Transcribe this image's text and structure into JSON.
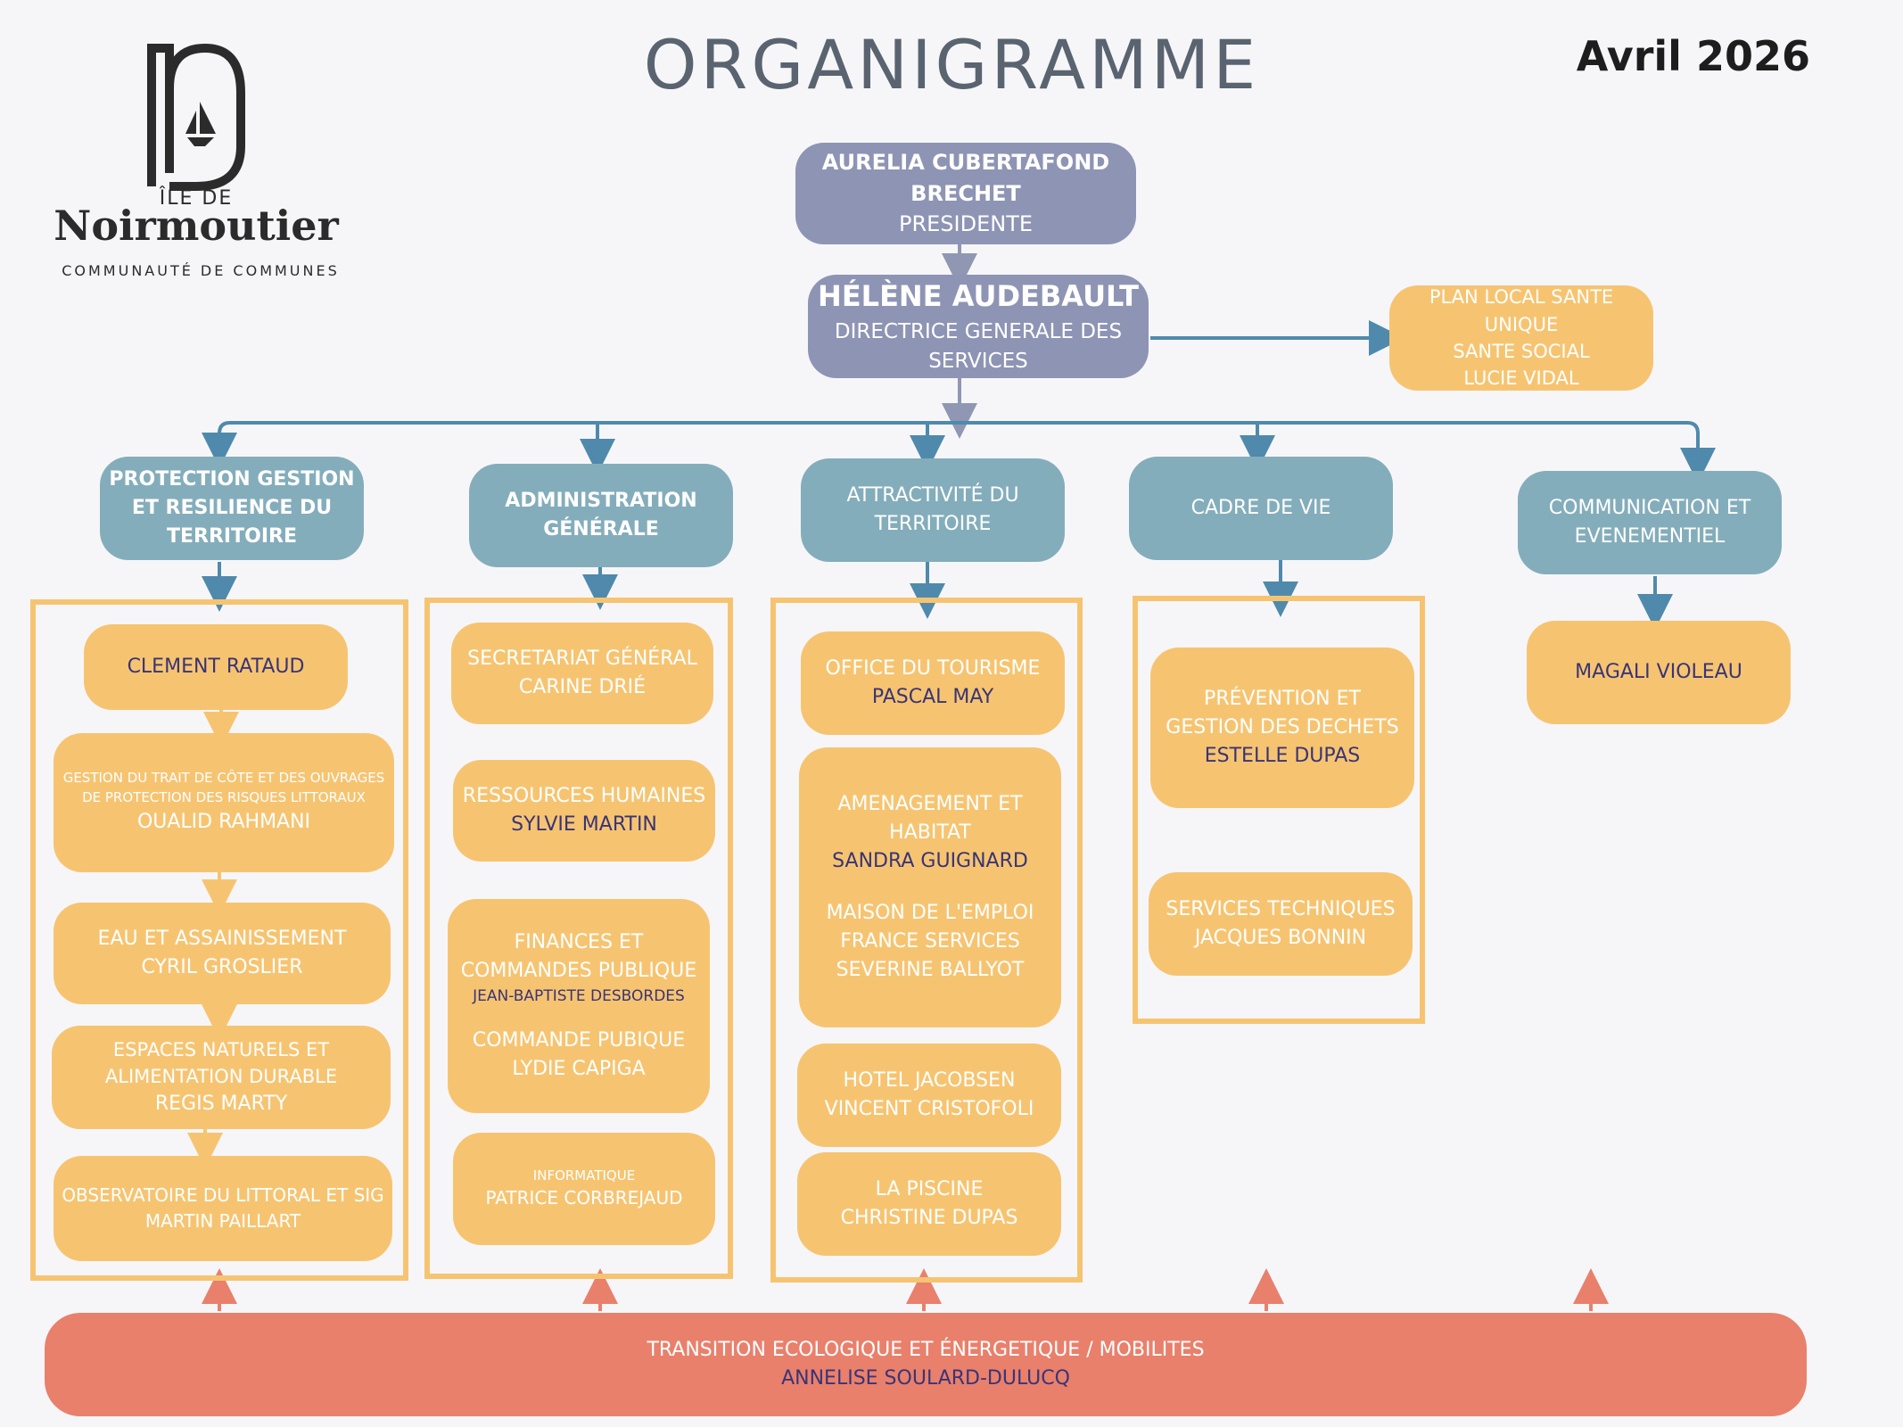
{
  "header": {
    "title": "ORGANIGRAMME",
    "date": "Avril 2026"
  },
  "logo": {
    "pre": "ÎLE DE",
    "name": "Noirmoutier",
    "sub": "COMMUNAUTÉ DE COMMUNES"
  },
  "colors": {
    "president": "#8e94b4",
    "pole": "#84adbb",
    "service": "#f6c471",
    "transversal": "#e9806c",
    "arrow": "#4f8aac",
    "name_text": "#3a3475"
  },
  "president": {
    "name": "AURELIA CUBERTAFOND BRECHET",
    "role": "PRESIDENTE"
  },
  "dgs": {
    "name": "HÉLÈNE AUDEBAULT",
    "role": "DIRECTRICE GENERALE DES SERVICES"
  },
  "side_unit": {
    "line1": "PLAN LOCAL SANTE UNIQUE",
    "line2": "SANTE SOCIAL",
    "name": "LUCIE VIDAL"
  },
  "poles": [
    {
      "label": "PROTECTION GESTION ET RESILIENCE DU TERRITOIRE"
    },
    {
      "label": "ADMINISTRATION GÉNÉRALE"
    },
    {
      "label": "ATTRACTIVITÉ DU TERRITOIRE"
    },
    {
      "label": "CADRE DE VIE"
    },
    {
      "label": "COMMUNICATION ET EVENEMENTIEL"
    }
  ],
  "col1": [
    {
      "name": "CLEMENT RATAUD"
    },
    {
      "service": "GESTION DU TRAIT DE CÔTE ET DES OUVRAGES DE PROTECTION DES RISQUES LITTORAUX",
      "name": "OUALID RAHMANI"
    },
    {
      "service": "EAU ET ASSAINISSEMENT",
      "name": "CYRIL GROSLIER"
    },
    {
      "service": "ESPACES NATURELS ET ALIMENTATION DURABLE",
      "name": "REGIS MARTY"
    },
    {
      "service": "OBSERVATOIRE DU LITTORAL ET SIG",
      "name": "MARTIN PAILLART"
    }
  ],
  "col2": [
    {
      "service": "SECRETARIAT GÉNÉRAL",
      "name": "CARINE DRIÉ"
    },
    {
      "service": "RESSOURCES HUMAINES",
      "name": "SYLVIE MARTIN"
    },
    {
      "service": "FINANCES ET COMMANDES PUBLIQUE",
      "name": "JEAN-BAPTISTE DESBORDES",
      "service2": "COMMANDE PUBIQUE",
      "name2": "LYDIE CAPIGA"
    },
    {
      "service": "INFORMATIQUE",
      "name": "PATRICE CORBREJAUD"
    }
  ],
  "col3": [
    {
      "service": "OFFICE DU TOURISME",
      "name": "PASCAL MAY"
    },
    {
      "service": "AMENAGEMENT ET HABITAT",
      "name": "SANDRA GUIGNARD",
      "service2": "MAISON DE L'EMPLOI FRANCE SERVICES",
      "name2": "SEVERINE BALLYOT"
    },
    {
      "service": "HOTEL JACOBSEN",
      "name": "VINCENT CRISTOFOLI"
    },
    {
      "service": "LA PISCINE",
      "name": "CHRISTINE DUPAS"
    }
  ],
  "col4": [
    {
      "service": "PRÉVENTION ET GESTION DES DECHETS",
      "name": "ESTELLE DUPAS"
    },
    {
      "service": "SERVICES TECHNIQUES",
      "name": "JACQUES BONNIN"
    }
  ],
  "col5": [
    {
      "name": "MAGALI VIOLEAU"
    }
  ],
  "transversal": {
    "service": "TRANSITION ECOLOGIQUE ET ÉNERGETIQUE / MOBILITES",
    "name": "ANNELISE SOULARD-DULUCQ"
  }
}
